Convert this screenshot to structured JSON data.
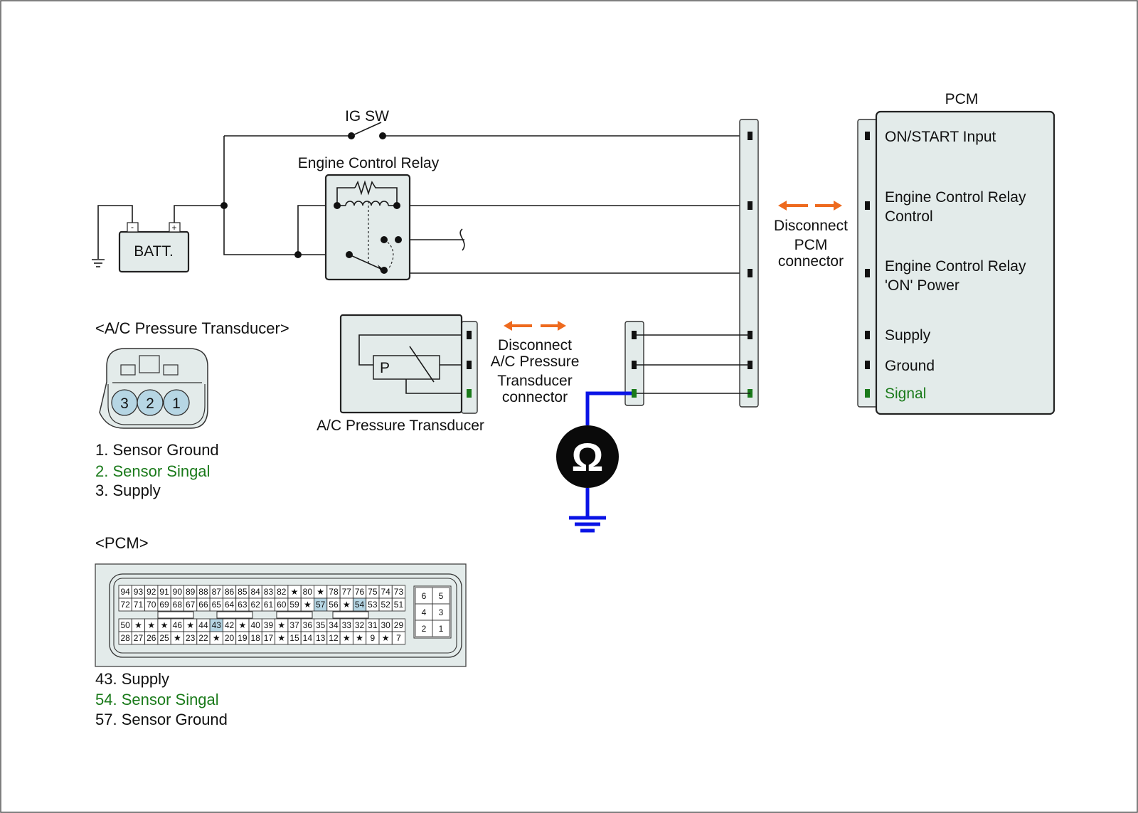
{
  "labels": {
    "ig_sw": "IG SW",
    "engine_control_relay": "Engine Control Relay",
    "batt": "BATT.",
    "batt_minus": "-",
    "batt_plus": "+",
    "pcm_title": "PCM",
    "ac_pressure_transducer": "A/C Pressure Transducer",
    "ac_p": "P",
    "disconnect_pcm": [
      "Disconnect",
      "PCM",
      "connector"
    ],
    "disconnect_ac": [
      "Disconnect",
      "A/C Pressure",
      "Transducer",
      "connector"
    ],
    "ohm_symbol": "Ω"
  },
  "pcm_pins": [
    {
      "label": [
        "ON/START Input"
      ],
      "color": "#111111"
    },
    {
      "label": [
        "Engine Control Relay",
        "Control"
      ],
      "color": "#111111"
    },
    {
      "label": [
        "Engine Control Relay",
        "'ON' Power"
      ],
      "color": "#111111"
    },
    {
      "label": [
        "Supply"
      ],
      "color": "#111111"
    },
    {
      "label": [
        "Ground"
      ],
      "color": "#111111"
    },
    {
      "label": [
        "Signal"
      ],
      "color": "#1a7a1a"
    }
  ],
  "ac_connector": {
    "title": "<A/C Pressure Transducer>",
    "pins": [
      "3",
      "2",
      "1"
    ],
    "legend": [
      {
        "text": "1. Sensor Ground",
        "highlight": false
      },
      {
        "text": "2. Sensor Singal",
        "highlight": true
      },
      {
        "text": "3. Supply",
        "highlight": false
      }
    ]
  },
  "pcm_connector": {
    "title": "<PCM>",
    "row1": [
      "94",
      "93",
      "92",
      "91",
      "90",
      "89",
      "88",
      "87",
      "86",
      "85",
      "84",
      "83",
      "82",
      "★",
      "80",
      "★",
      "78",
      "77",
      "76",
      "75",
      "74",
      "73"
    ],
    "row2": [
      "72",
      "71",
      "70",
      "69",
      "68",
      "67",
      "66",
      "65",
      "64",
      "63",
      "62",
      "61",
      "60",
      "59",
      "★",
      "57",
      "56",
      "★",
      "54",
      "53",
      "52",
      "51"
    ],
    "row3": [
      "50",
      "★",
      "★",
      "★",
      "46",
      "★",
      "44",
      "43",
      "42",
      "★",
      "40",
      "39",
      "★",
      "37",
      "36",
      "35",
      "34",
      "33",
      "32",
      "31",
      "30",
      "29"
    ],
    "row4": [
      "28",
      "27",
      "26",
      "25",
      "★",
      "23",
      "22",
      "★",
      "20",
      "19",
      "18",
      "17",
      "★",
      "15",
      "14",
      "13",
      "12",
      "★",
      "★",
      "9",
      "★",
      "7"
    ],
    "small_pins": [
      [
        "6",
        "5"
      ],
      [
        "4",
        "3"
      ],
      [
        "2",
        "1"
      ]
    ],
    "highlighted": [
      "43",
      "54",
      "57"
    ],
    "legend": [
      {
        "text": "43. Supply",
        "highlight": false
      },
      {
        "text": "54. Sensor Singal",
        "highlight": true
      },
      {
        "text": "57. Sensor Ground",
        "highlight": false
      }
    ]
  },
  "colors": {
    "highlight_green": "#1a7a1a",
    "meter_wire": "#0a14e6",
    "arrow_orange": "#ee6a1e",
    "component_fill": "#e3ebea",
    "pin_highlight": "#b6d6e4"
  }
}
